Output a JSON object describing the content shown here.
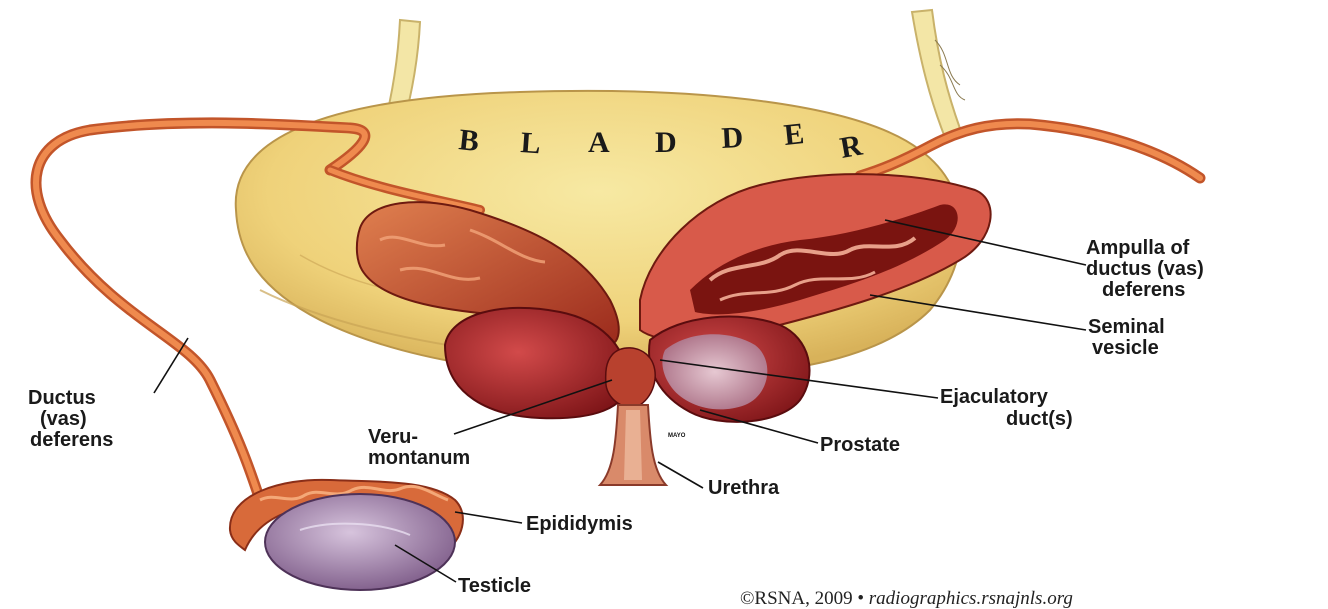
{
  "diagram": {
    "bladder_letters": [
      "B",
      "L",
      "A",
      "D",
      "D",
      "E",
      "R"
    ],
    "labels": {
      "ampulla": [
        "Ampulla of",
        "ductus (vas)",
        "deferens"
      ],
      "seminal": [
        "Seminal",
        "vesicle"
      ],
      "ejaculatory": [
        "Ejaculatory",
        "duct(s)"
      ],
      "prostate": [
        "Prostate"
      ],
      "urethra": [
        "Urethra"
      ],
      "epididymis": [
        "Epididymis"
      ],
      "testicle": [
        "Testicle"
      ],
      "ductus": [
        "Ductus",
        "(vas)",
        "deferens"
      ],
      "verumontanum": [
        "Veru-",
        "montanum"
      ]
    },
    "artist_mark": "MAYO",
    "credit": {
      "prefix": "©RSNA, 2009 • ",
      "site": "radiographics.rsnajnls.org"
    },
    "colors": {
      "bladder": "#f0d97e",
      "bladder_edge": "#d9b85a",
      "vas": "#e8743a",
      "seminal_dark": "#8a1a12",
      "prostate": "#a8262a",
      "prostate_light": "#c9a0b0",
      "testicle": "#9a7fa8",
      "epididymis": "#d86a3a",
      "ureter": "#f3e6a6"
    }
  }
}
